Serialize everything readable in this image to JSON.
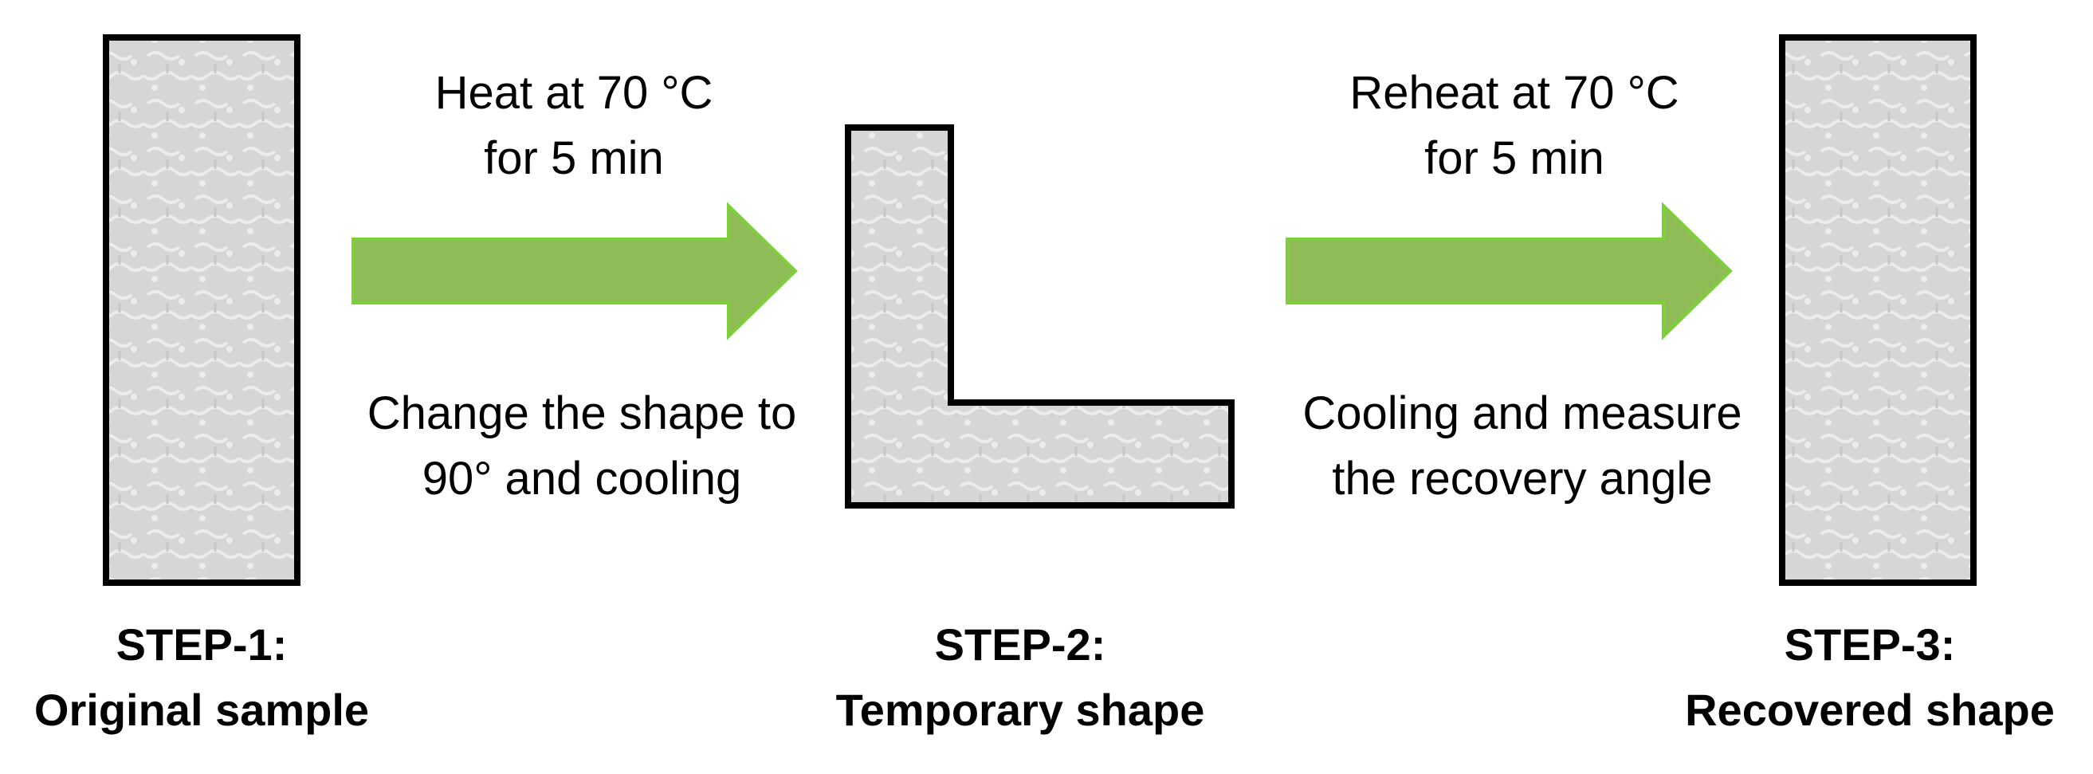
{
  "colors": {
    "arrow_fill": "#8fbc56",
    "arrow_stroke": "#7dd03a",
    "sample_fill": "#d6d6d6",
    "sample_pattern": "#ececec",
    "outline": "#000000"
  },
  "steps": [
    {
      "title": "STEP-1:",
      "name": "Original sample"
    },
    {
      "title": "STEP-2:",
      "name": "Temporary shape"
    },
    {
      "title": "STEP-3:",
      "name": "Recovered shape"
    }
  ],
  "transitions": [
    {
      "above": [
        "Heat at 70 °C",
        "for 5 min"
      ],
      "below": [
        "Change the shape to",
        "90° and cooling"
      ]
    },
    {
      "above": [
        "Reheat at 70 °C",
        "for 5 min"
      ],
      "below": [
        "Cooling and measure",
        "the recovery angle"
      ]
    }
  ]
}
